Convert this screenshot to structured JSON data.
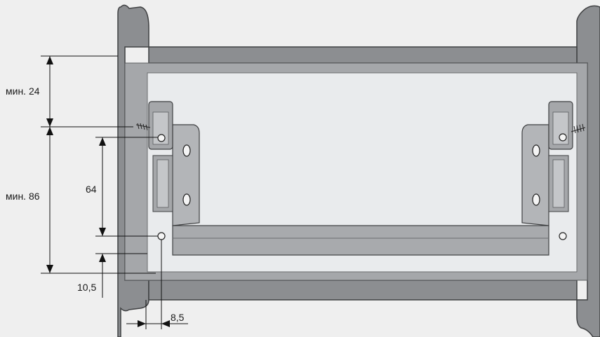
{
  "labels": {
    "top_clearance": "мин. 24",
    "side_height": "мин. 86",
    "hole_spacing": "64",
    "bottom_offset": "10,5",
    "side_offset": "8,5"
  },
  "colors": {
    "background": "#efefef",
    "cabinet_wall": "#8c8e91",
    "wall_edge": "#3f4042",
    "drawer_side": "#a5a7aa",
    "drawer_inside": "#e9ebed",
    "hardware": "#b3b5b8",
    "dimension_line": "#111111"
  }
}
